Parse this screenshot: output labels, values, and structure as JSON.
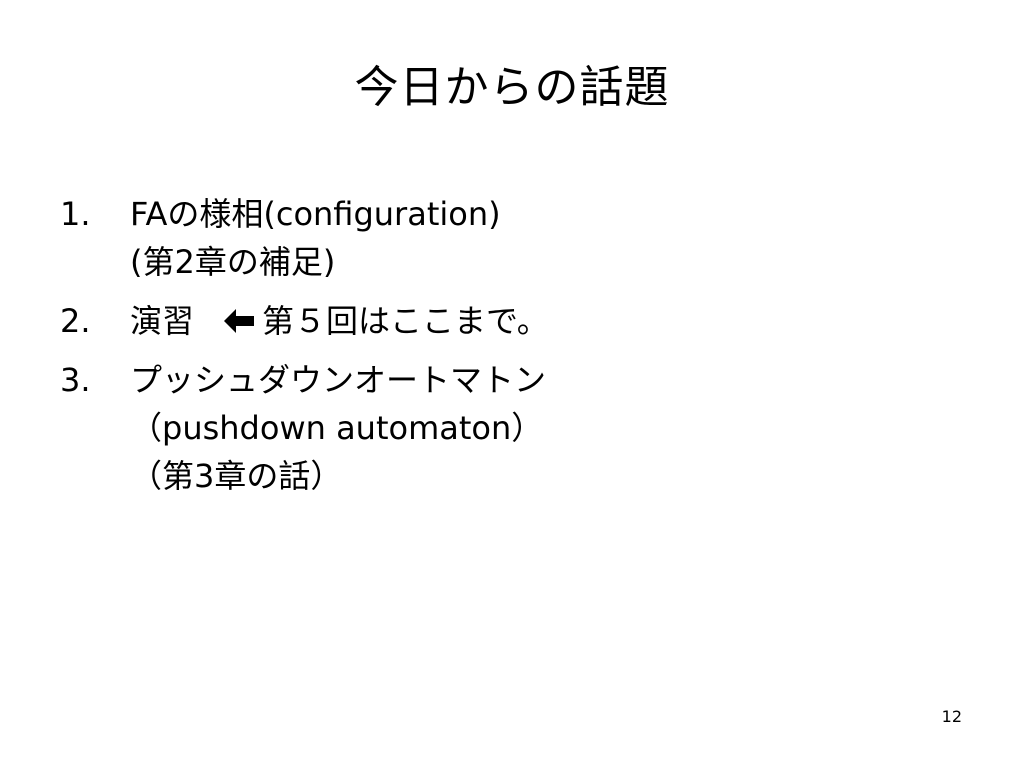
{
  "slide": {
    "title": "今日からの話題",
    "items": [
      {
        "number": "1.",
        "lines": [
          "FAの様相(configuration)",
          "(第2章の補足)"
        ]
      },
      {
        "number": "2.",
        "text_before": "演習",
        "icon": "left-arrow-icon",
        "text_after": "第５回はここまで。"
      },
      {
        "number": "3.",
        "lines": [
          "プッシュダウンオートマトン",
          "（pushdown automaton）",
          "（第3章の話）"
        ]
      }
    ],
    "page_number": "12"
  }
}
